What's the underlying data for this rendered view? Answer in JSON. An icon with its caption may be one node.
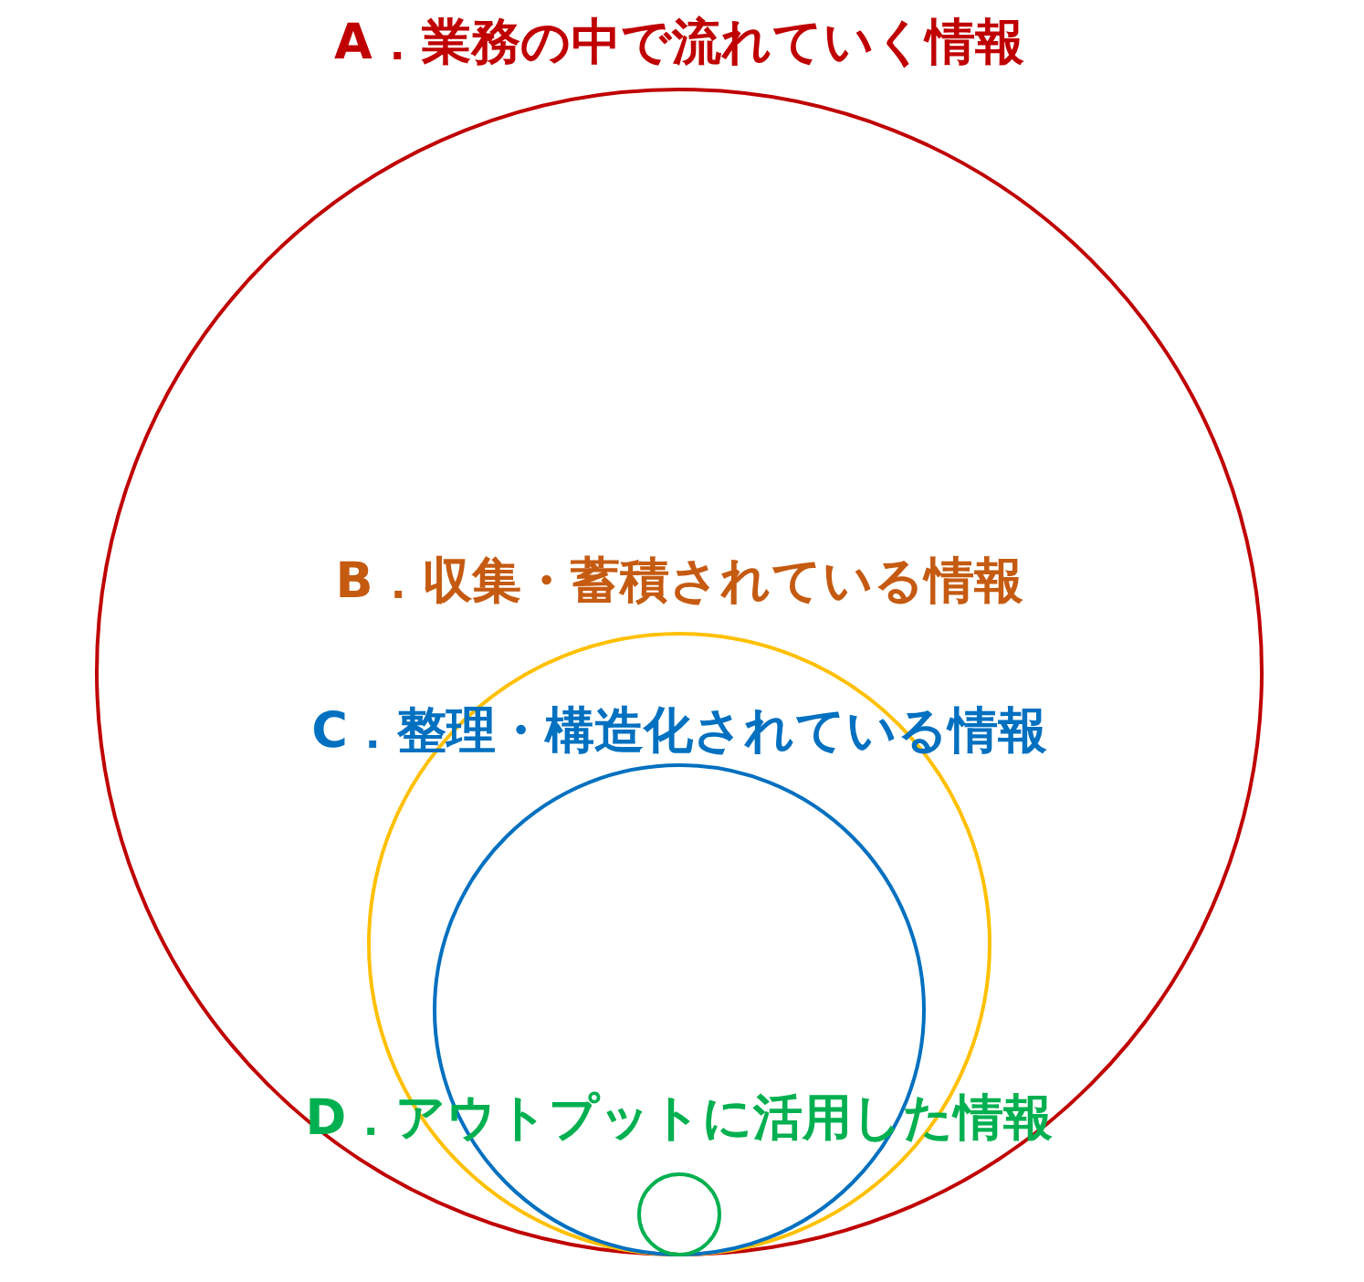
{
  "diagram": {
    "nodes": [
      {
        "text": [
          "A．業務の中で流れていく情報"
        ]
      },
      {
        "text": [
          "B．収集・蓄積されている情報"
        ],
        "in": 0
      },
      {
        "text": [
          "C．整理・構造化されている情報"
        ],
        "in": 1
      },
      {
        "text": [
          "D．アウトプットに活用した情報"
        ],
        "in": 2
      }
    ]
  }
}
